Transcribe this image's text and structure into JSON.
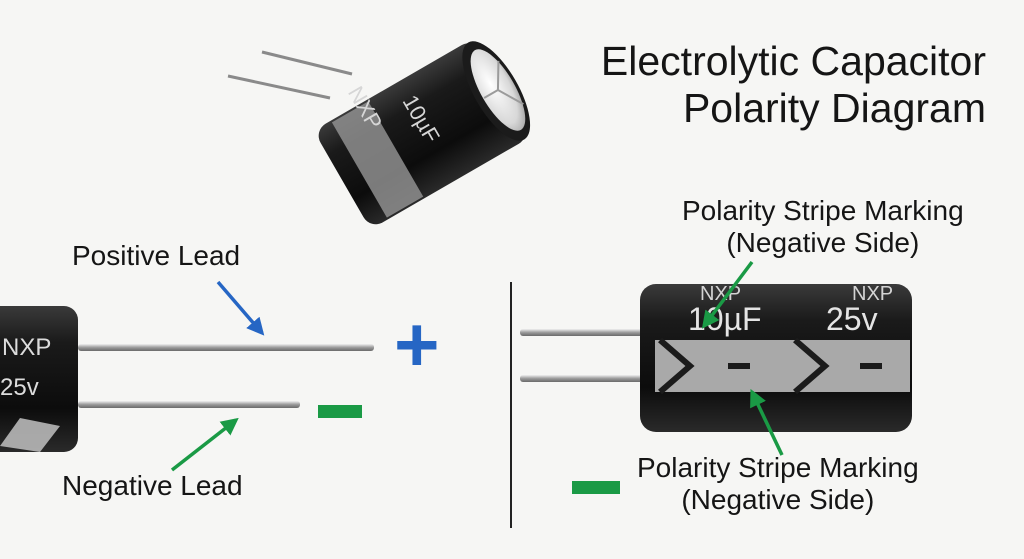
{
  "title": {
    "line1": "Electrolytic Capacitor",
    "line2": "Polarity Diagram"
  },
  "labels": {
    "positive_lead": "Positive Lead",
    "negative_lead": "Negative Lead",
    "stripe_top_line1": "Polarity Stripe Marking",
    "stripe_top_line2": "(Negative Side)",
    "stripe_bottom_line1": "Polarity Stripe Marking",
    "stripe_bottom_line2": "(Negative Side)"
  },
  "symbols": {
    "plus": "+",
    "minus": "−"
  },
  "capacitor_markings": {
    "brand": "NXP",
    "capacitance": "10µF",
    "voltage": "25v"
  },
  "colors": {
    "positive_arrow": "#2666c4",
    "negative_arrow": "#1a9a45",
    "capacitor_body": "#151515",
    "stripe": "#a9a9a9"
  }
}
